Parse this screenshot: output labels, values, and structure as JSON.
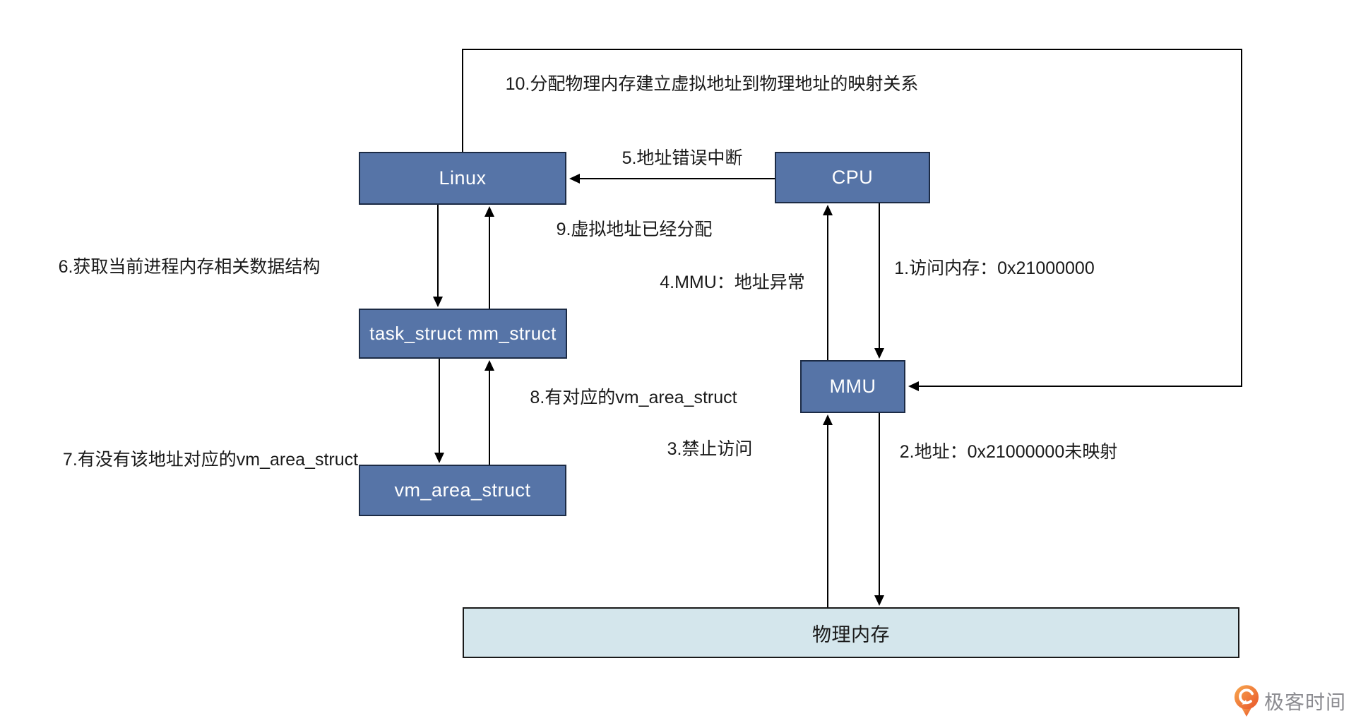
{
  "diagram": {
    "boxes": {
      "linux": "Linux",
      "cpu": "CPU",
      "task": "task_struct mm_struct",
      "mmu": "MMU",
      "vma": "vm_area_struct",
      "phys": "物理内存"
    },
    "labels": {
      "l1": "1.访问内存：0x21000000",
      "l2": "2.地址：0x21000000未映射",
      "l3": "3.禁止访问",
      "l4": "4.MMU：地址异常",
      "l5": "5.地址错误中断",
      "l6": "6.获取当前进程内存相关数据结构",
      "l7": "7.有没有该地址对应的vm_area_struct",
      "l8": "8.有对应的vm_area_struct",
      "l9": "9.虚拟地址已经分配",
      "l10": "10.分配物理内存建立虚拟地址到物理地址的映射关系"
    },
    "colors": {
      "box_fill": "#5674a7",
      "box_border": "#1c2b45",
      "memory_fill": "#d4e6ec",
      "line": "#000000",
      "logo_orange": "#ed6a2c",
      "logo_text_gray": "#8b8b90"
    },
    "logo": {
      "text": "极客时间"
    }
  }
}
